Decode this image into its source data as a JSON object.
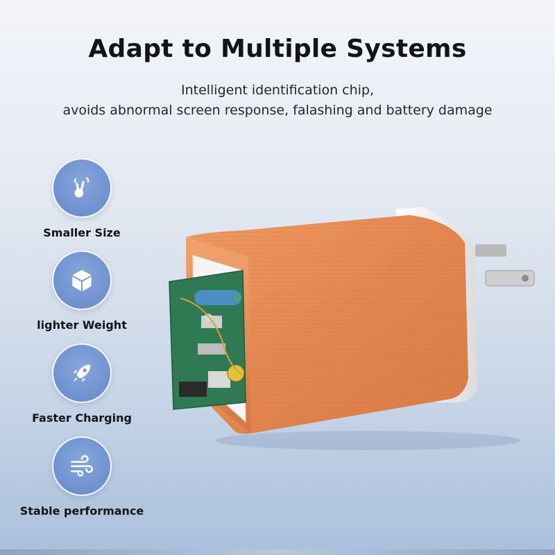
{
  "header": {
    "title": "Adapt to Multiple Systems",
    "subtitle_line1": "Intelligent identification chip,",
    "subtitle_line2": "avoids abnormal screen response, falashing and battery damage"
  },
  "features": [
    {
      "label": "Smaller Size",
      "icon": "hand-pinch-icon"
    },
    {
      "label": "lighter Weight",
      "icon": "cube-icon"
    },
    {
      "label": "Faster Charging",
      "icon": "rocket-icon"
    },
    {
      "label": "Stable performance",
      "icon": "wind-icon"
    }
  ],
  "colors": {
    "accent_circle": "#7395d2",
    "charger_orange": "#e68a55",
    "charger_white": "#f4f4f4",
    "pcb_green": "#2f7a52"
  }
}
